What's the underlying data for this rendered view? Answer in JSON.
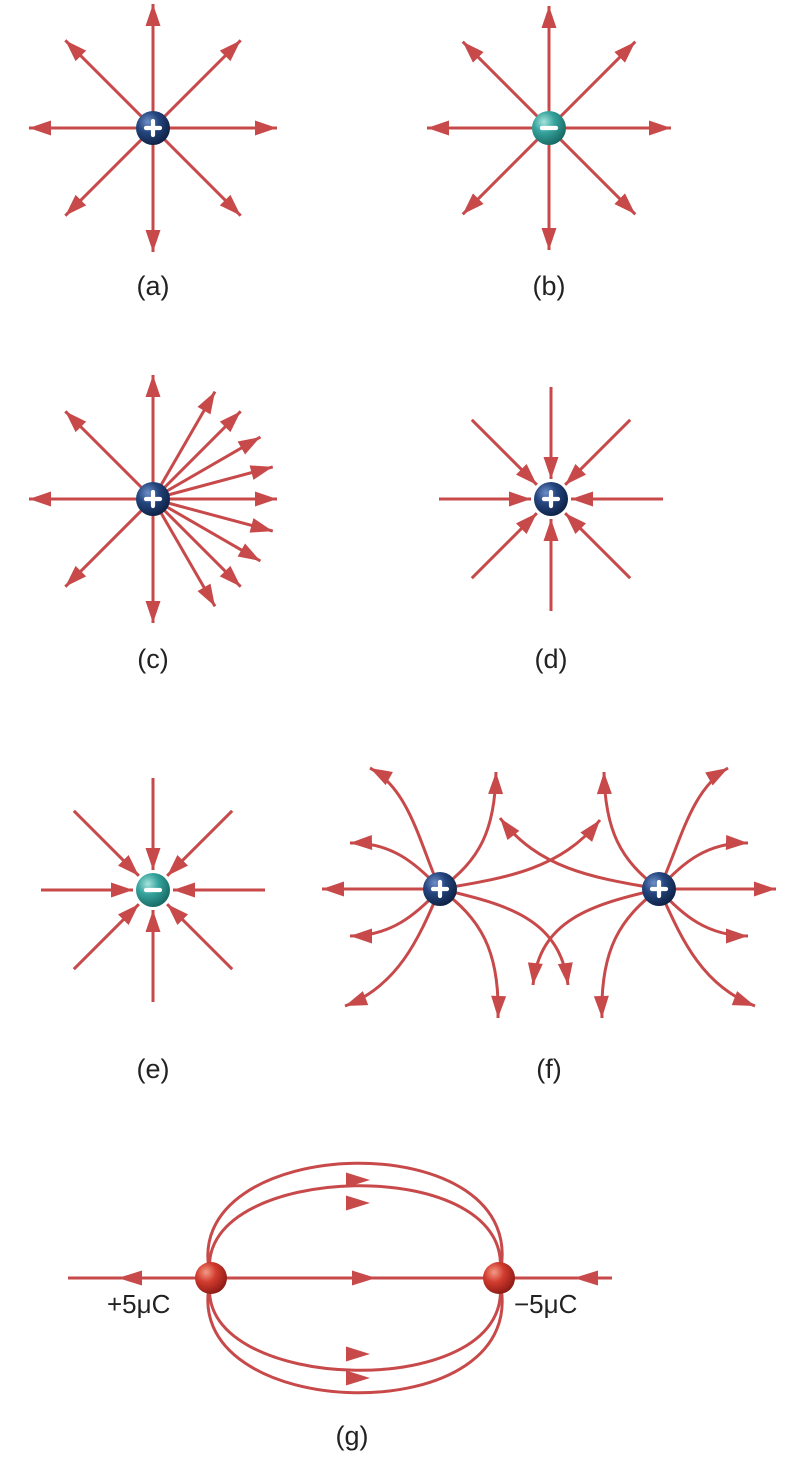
{
  "colors": {
    "field_line": "#c8494a",
    "positive_charge": "#1f3b6e",
    "negative_charge": "#2f9e98",
    "point_charge_g": "#c73028"
  },
  "panels": {
    "a": {
      "caption": "(a)",
      "charge_sign": "+"
    },
    "b": {
      "caption": "(b)",
      "charge_sign": "−"
    },
    "c": {
      "caption": "(c)",
      "charge_sign": "+"
    },
    "d": {
      "caption": "(d)",
      "charge_sign": "+"
    },
    "e": {
      "caption": "(e)",
      "charge_sign": "−"
    },
    "f": {
      "caption": "(f)",
      "charge_signs": [
        "+",
        "+"
      ]
    },
    "g": {
      "caption": "(g)",
      "left_charge": "+5μC",
      "right_charge": "−5μC"
    }
  }
}
